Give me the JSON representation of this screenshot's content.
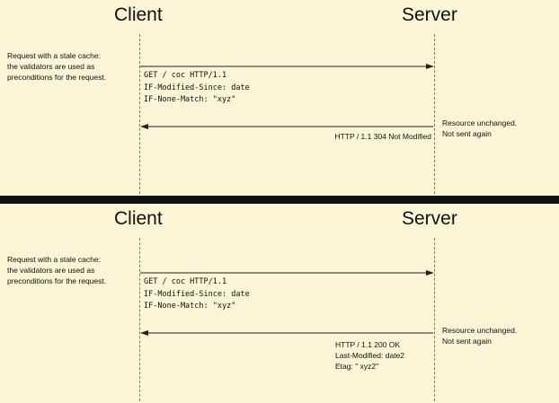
{
  "panels": [
    {
      "client_label": "Client",
      "server_label": "Server",
      "note": [
        "Request with a stale cache:",
        "the validators are used as",
        "preconditions for the request."
      ],
      "request_lines": [
        "GET  / coc  HTTP/1.1",
        "IF-Modified-Since:  date",
        "IF-None-Match:  \"xyz\""
      ],
      "response_lines": [
        "HTTP / 1.1   304   Not  Modified"
      ],
      "status_lines": [
        "Resource unchanged.",
        "Not sent again"
      ]
    },
    {
      "client_label": "Client",
      "server_label": "Server",
      "note": [
        "Request with a stale cache:",
        "the validators are used as",
        "preconditions for the request."
      ],
      "request_lines": [
        "GET  / coc  HTTP/1.1",
        "IF-Modified-Since:  date",
        "IF-None-Match:  \"xyz\""
      ],
      "response_lines": [
        "HTTP / 1.1   200  OK",
        "Last-Modified:  date2",
        "Etag:  \" xyz2\""
      ],
      "status_lines": [
        "Resource unchanged.",
        "Not sent again"
      ]
    }
  ]
}
